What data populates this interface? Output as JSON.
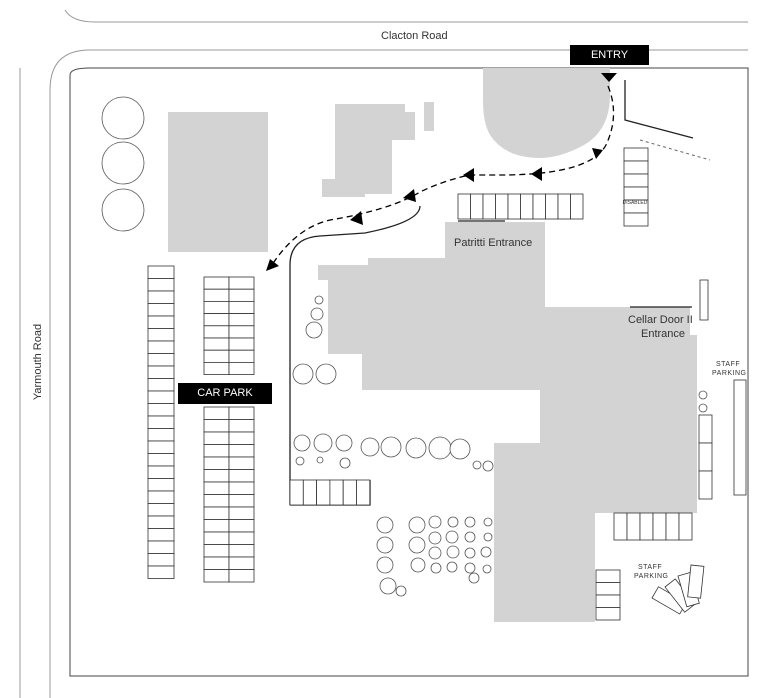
{
  "roads": {
    "top": "Clacton Road",
    "left": "Yarmouth Road"
  },
  "badges": {
    "entry": "ENTRY",
    "car_park": "CAR PARK"
  },
  "entrances": {
    "patritti": "Patritti Entrance",
    "cellar_line1": "Cellar Door II",
    "cellar_line2": "Entrance"
  },
  "staff": {
    "label_line1": "STAFF",
    "label_line2": "PARKING"
  },
  "disabled_label": "DISABLED",
  "colors": {
    "building": "#d3d3d3",
    "ink": "#000000",
    "line": "#333333",
    "background": "#ffffff"
  }
}
